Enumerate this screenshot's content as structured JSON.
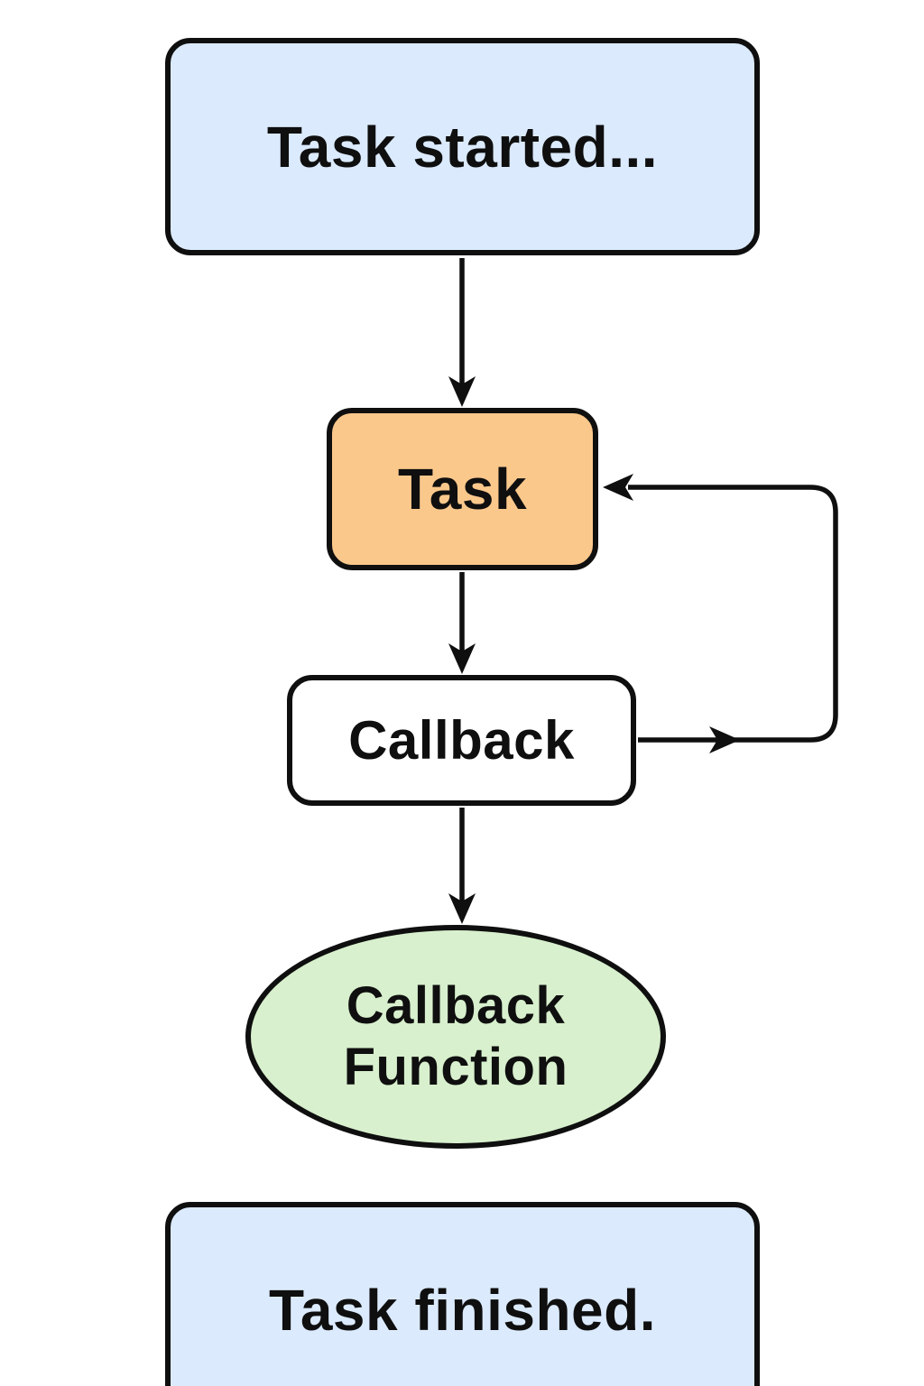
{
  "diagram": {
    "type": "flowchart",
    "background_color": "#ffffff",
    "stroke_color": "#0f0f0f",
    "nodes": [
      {
        "id": "task-started",
        "label": "Task started...",
        "shape": "rounded-rectangle",
        "fill": "#dbeafd"
      },
      {
        "id": "task",
        "label": "Task",
        "shape": "rounded-rectangle",
        "fill": "#fbc88c"
      },
      {
        "id": "callback",
        "label": "Callback",
        "shape": "rounded-rectangle",
        "fill": "#ffffff"
      },
      {
        "id": "callback-function",
        "label": "Callback Function",
        "shape": "ellipse",
        "fill": "#d8f0cd"
      },
      {
        "id": "task-finished",
        "label": "Task finished.",
        "shape": "rounded-rectangle",
        "fill": "#dbeafd"
      }
    ],
    "edges": [
      {
        "from": "task-started",
        "to": "task",
        "direction": "down"
      },
      {
        "from": "task",
        "to": "callback",
        "direction": "down"
      },
      {
        "from": "callback",
        "to": "task",
        "direction": "loop-right-up"
      },
      {
        "from": "callback",
        "to": "callback-function",
        "direction": "down"
      }
    ]
  }
}
